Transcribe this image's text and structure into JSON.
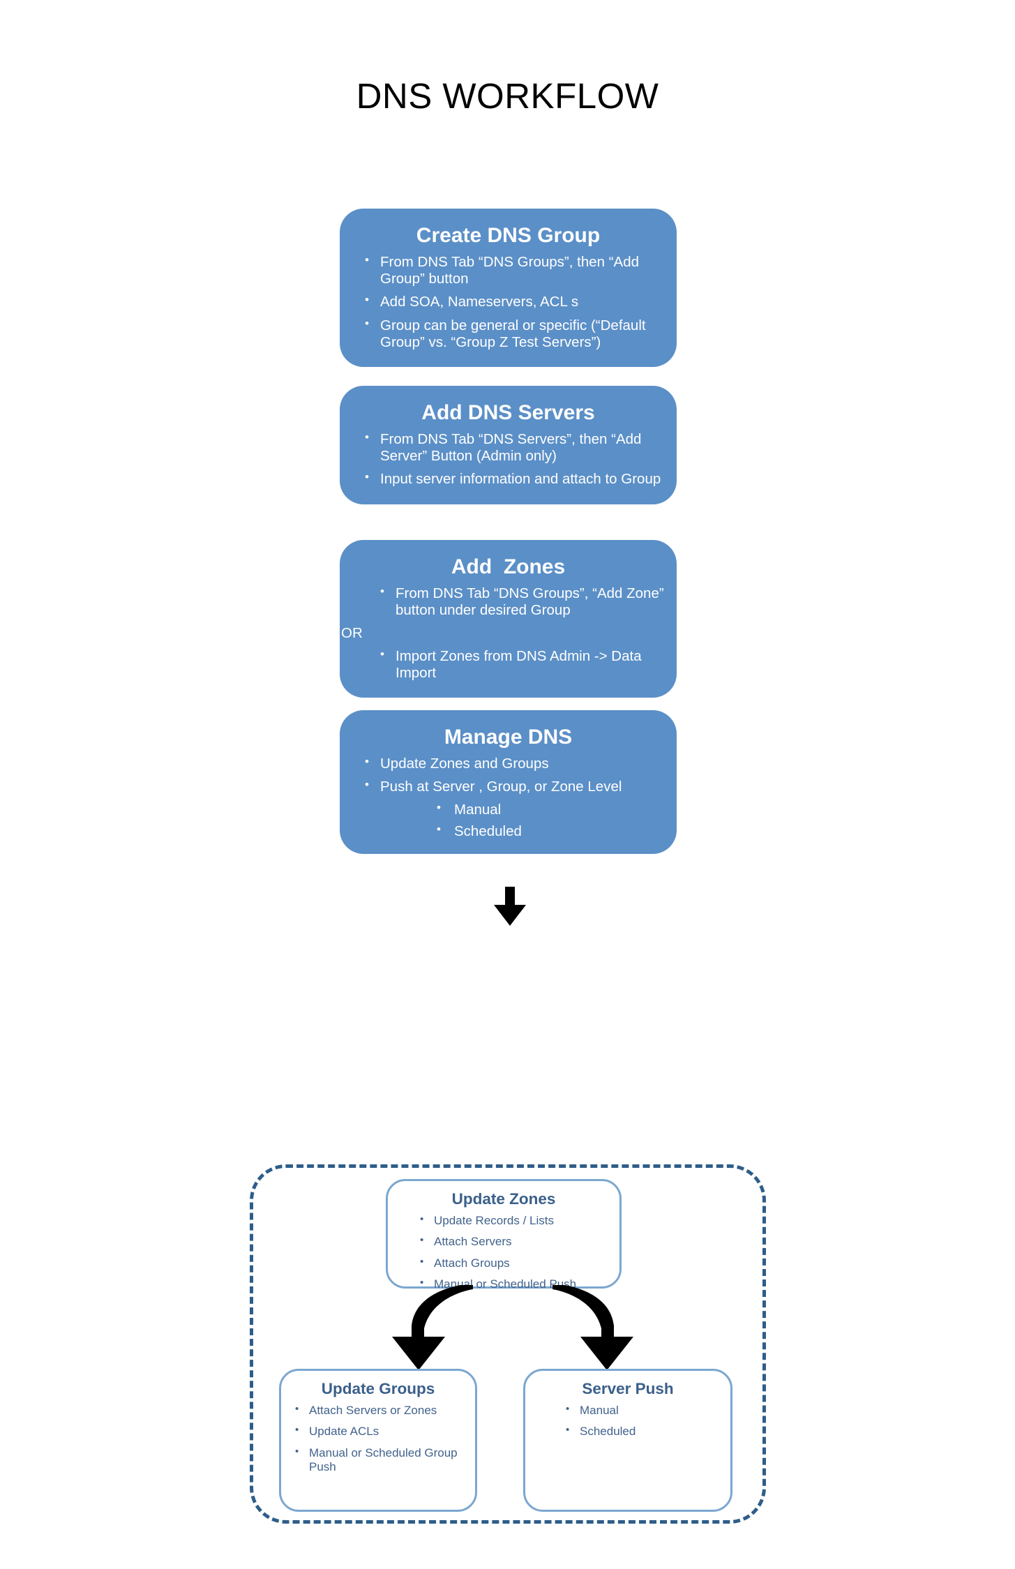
{
  "title": "DNS WORKFLOW",
  "accent": {
    "box_fill": "#5B8FC7",
    "dashed_border": "#2E5D8A",
    "light_border": "#7BA7D0",
    "light_title": "#3A5F8A",
    "light_text": "#41628C",
    "arrow": "#000000"
  },
  "steps": [
    {
      "id": "create-dns-group",
      "title": "Create DNS Group",
      "bullets": [
        "From DNS Tab “DNS Groups”, then “Add Group” button",
        "Add SOA, Nameservers, ACL s",
        "Group can be general or specific (“Default Group” vs. “Group Z Test Servers”)"
      ]
    },
    {
      "id": "add-dns-servers",
      "title": "Add DNS Servers",
      "bullets": [
        "From DNS Tab “DNS Servers”, then “Add Server” Button (Admin only)",
        "Input server information and attach to Group"
      ]
    },
    {
      "id": "add-zones",
      "title": "Add  Zones",
      "bullets": [
        "From DNS Tab “DNS Groups”, “Add Zone” button under desired Group"
      ],
      "separator": "OR",
      "bullets_after": [
        "Import Zones from DNS Admin -> Data Import"
      ]
    },
    {
      "id": "manage-dns",
      "title": "Manage DNS",
      "bullets": [
        "Update Zones and Groups",
        "Push at Server , Group, or Zone Level"
      ],
      "sub_bullets": [
        "Manual",
        "Scheduled"
      ]
    }
  ],
  "detail_group": {
    "update_zones": {
      "title": "Update Zones",
      "bullets": [
        "Update Records / Lists",
        "Attach Servers",
        "Attach Groups",
        "Manual or Scheduled Push"
      ]
    },
    "update_groups": {
      "title": "Update Groups",
      "bullets": [
        "Attach Servers or Zones",
        "Update ACLs",
        "Manual or Scheduled Group Push"
      ]
    },
    "server_push": {
      "title": "Server Push",
      "bullets": [
        "Manual",
        "Scheduled"
      ]
    }
  }
}
